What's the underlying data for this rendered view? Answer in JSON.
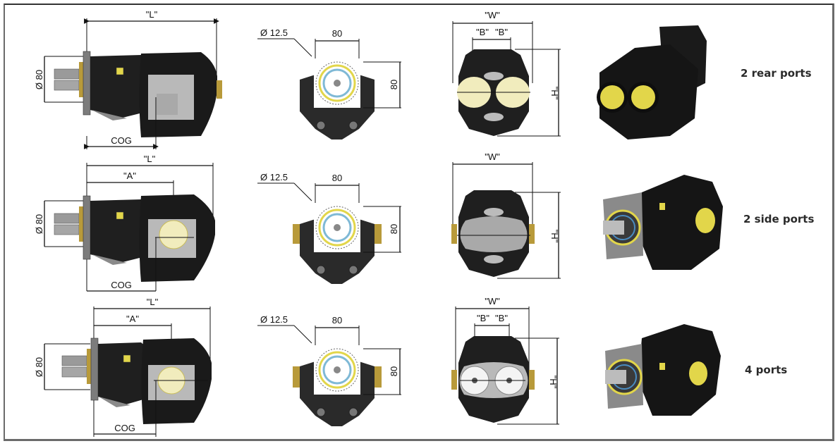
{
  "figure": {
    "title": "Pump dimension drawings by port configuration",
    "colors": {
      "frame": "#6b6b6b",
      "body": "#1c1c1c",
      "body_dark": "#0e0e0e",
      "cut_section": "#b9b9b9",
      "port_cap": "#e2d64a",
      "brass": "#b89a3a",
      "flange": "#8a8a8a",
      "label": "#2a2a2a"
    }
  },
  "rows": [
    {
      "label": "2 rear ports",
      "side_view": {
        "dim_L": "\"L\"",
        "dim_A": null,
        "shaft_dia": "Ø 80",
        "cog": "COG"
      },
      "front_view": {
        "bolt_dia": "Ø 12.5",
        "bolt_spacing_h": "80",
        "bolt_spacing_v": "80"
      },
      "rear_view": {
        "dim_W": "\"W\"",
        "dim_B1": "\"B\"",
        "dim_B2": "\"B\"",
        "dim_H": "\"H\""
      }
    },
    {
      "label": "2 side ports",
      "side_view": {
        "dim_L": "\"L\"",
        "dim_A": "\"A\"",
        "shaft_dia": "Ø 80",
        "cog": "COG"
      },
      "front_view": {
        "bolt_dia": "Ø 12.5",
        "bolt_spacing_h": "80",
        "bolt_spacing_v": "80"
      },
      "rear_view": {
        "dim_W": "\"W\"",
        "dim_B1": null,
        "dim_B2": null,
        "dim_H": "\"H\""
      }
    },
    {
      "label": "4 ports",
      "side_view": {
        "dim_L": "\"L\"",
        "dim_A": "\"A\"",
        "shaft_dia": "Ø 80",
        "cog": "COG"
      },
      "front_view": {
        "bolt_dia": "Ø 12.5",
        "bolt_spacing_h": "80",
        "bolt_spacing_v": "80"
      },
      "rear_view": {
        "dim_W": "\"W\"",
        "dim_B1": "\"B\"",
        "dim_B2": "\"B\"",
        "dim_H": "\"H\""
      }
    }
  ]
}
